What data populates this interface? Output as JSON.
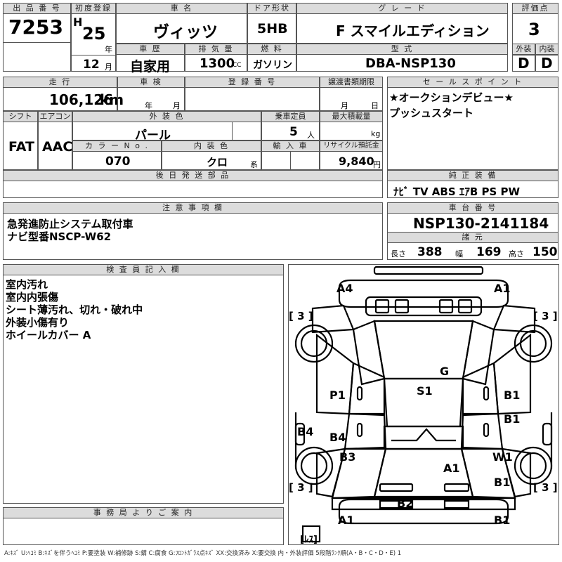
{
  "header": {
    "lot_label": "出 品 番 号",
    "lot": "7253",
    "reg_label": "初度登録",
    "era": "H",
    "reg_year": "25",
    "year_unit": "年",
    "reg_month": "12",
    "month_unit": "月",
    "car_name_label": "車 名",
    "car_name": "ヴィッツ",
    "door_label": "ドア形状",
    "door": "5HB",
    "grade_label": "グ レ ー ド",
    "grade": "F スマイルエディション",
    "score_label": "評価点",
    "score": "3",
    "history_label": "車 歴",
    "history": "自家用",
    "disp_label": "排 気 量",
    "disp": "1300",
    "disp_unit": "CC",
    "fuel_label": "燃 料",
    "fuel": "ガソリン",
    "model_label": "型 式",
    "model": "DBA-NSP130",
    "ext_label": "外装",
    "ext": "D",
    "int_label": "内装",
    "int": "D"
  },
  "row2": {
    "mileage_label": "走 行",
    "mileage": "106,126",
    "mileage_unit": "km",
    "inspection_label": "車 検",
    "inspection_year_unit": "年",
    "inspection_month_unit": "月",
    "regno_label": "登 録 番 号",
    "transfer_label": "譲渡書類期限",
    "transfer_month_unit": "月",
    "transfer_day_unit": "日",
    "sales_label": "セ ー ル ス ポ イ ン ト",
    "sales_points": [
      "★オークションデビュー★",
      "プッシュスタート"
    ]
  },
  "row3": {
    "shift_label": "シフト",
    "shift": "FAT",
    "ac_label": "エアコン",
    "ac": "AAC",
    "color_label": "外 装 色",
    "color": "パール",
    "capacity_label": "乗車定員",
    "capacity": "5",
    "capacity_unit": "人",
    "load_label": "最大積載量",
    "load_unit": "kg",
    "color_no_label": "カ ラ ー N o .",
    "color_no": "070",
    "int_color_label": "内 装 色",
    "int_color": "クロ",
    "int_color_unit": "系",
    "import_label": "輸 入 車",
    "recycle_label": "リサイクル預託金",
    "recycle": "9,840",
    "recycle_unit": "円"
  },
  "parts_label": "後 日 発 送 部 品",
  "equip_label": "純 正 装 備",
  "equip": "ﾅﾋﾞ TV ABS ｴｱB PS PW",
  "notes_label": "注 意 事 項 欄",
  "notes": [
    "急発進防止システム取付車",
    "ナビ型番NSCP-W62"
  ],
  "chassis_label": "車 台 番 号",
  "chassis": "NSP130-2141184",
  "dims_label": "諸 元",
  "dims": {
    "length_label": "長さ",
    "length": "388",
    "width_label": "幅",
    "width": "169",
    "height_label": "高さ",
    "height": "150"
  },
  "inspector_label": "検 査 員 記 入 欄",
  "inspector_notes": [
    "室内汚れ",
    "室内内張傷",
    "シート薄汚れ、切れ・破れ中",
    "外装小傷有り",
    "ホイールカバー A"
  ],
  "office_label": "事 務 局 よ り ご 案 内",
  "diagram": {
    "marks": {
      "a4_top_left": "A4",
      "a1_top_right": "A1",
      "g": "G",
      "s1": "S1",
      "p1": "P1",
      "b1_right_door": "B1",
      "b1_right_rear": "B1",
      "b4_left": "B4",
      "b4_rear_left": "B4",
      "b3": "B3",
      "w1": "W1",
      "a1_trunk": "A1",
      "b1_rear_right": "B1",
      "b2": "B2",
      "a1_bottom_left": "A1",
      "b1_bottom_right": "B1"
    },
    "tire": {
      "tl": "[ 3 ]",
      "tr": "[ 3 ]",
      "bl": "[ 3 ]",
      "br": "[ 3 ]"
    },
    "spare": "[ﾚｽ]"
  },
  "legend": "A:ｷｽﾞ U:ﾍｺﾐ B:ｷｽﾞを伴うﾍｺﾐ P:要塗装 W:補修跡 S:錆 C:腐食 G:ﾌﾛﾝﾄｶﾞﾗｽ点ｷｽﾞ XX:交換済み X:要交換 内・外装評価 5段階ﾗﾝｸ順(A・B・C・D・E) 1"
}
